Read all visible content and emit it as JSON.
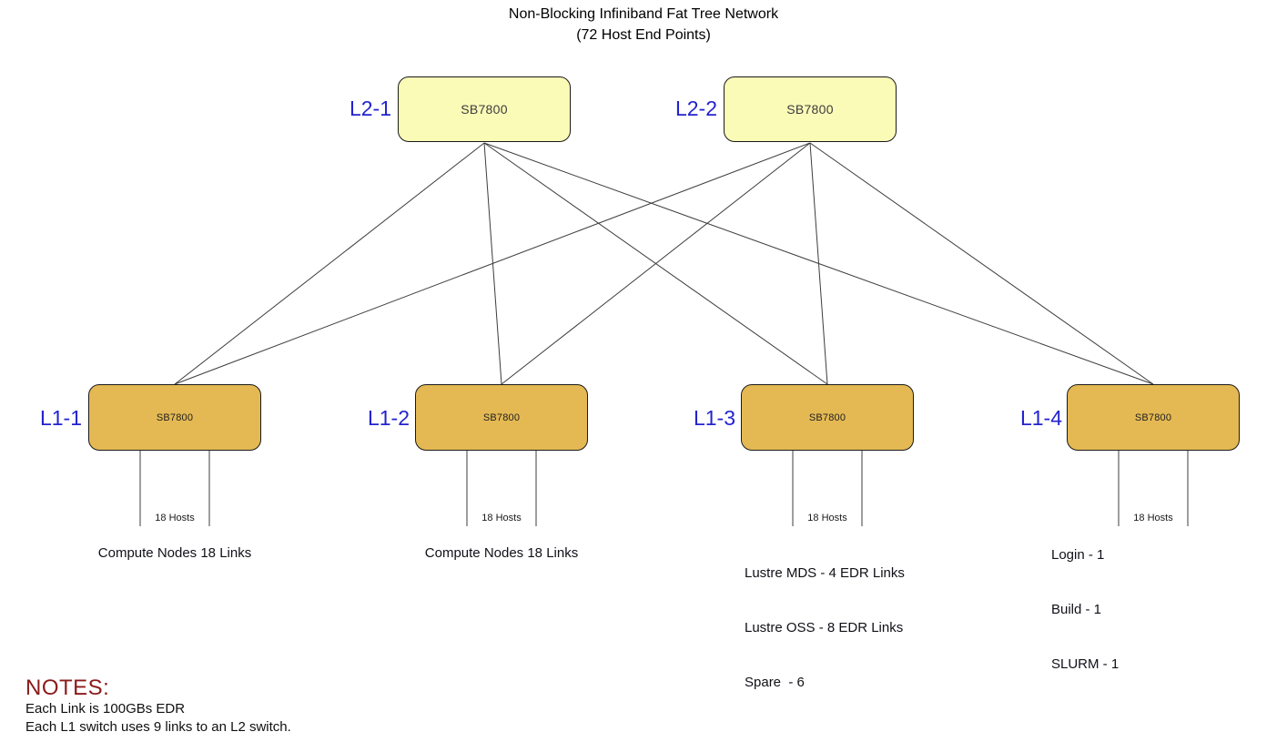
{
  "title": {
    "line1": "Non-Blocking Infiniband Fat Tree Network",
    "line2": "(72 Host End Points)"
  },
  "colors": {
    "l2_fill": "#fbfbb8",
    "l1_fill": "#e4b954",
    "tier_label_blue": "#2323cf",
    "notes_heading_red": "#8b1b1b",
    "connector_line": "#3c3c3c"
  },
  "l2_switches": [
    {
      "label": "L2-1",
      "model": "SB7800"
    },
    {
      "label": "L2-2",
      "model": "SB7800"
    }
  ],
  "l1_switches": [
    {
      "label": "L1-1",
      "model": "SB7800",
      "hosts_label": "18 Hosts",
      "notes": [
        "Compute Nodes 18 Links"
      ]
    },
    {
      "label": "L1-2",
      "model": "SB7800",
      "hosts_label": "18 Hosts",
      "notes": [
        "Compute Nodes 18 Links"
      ]
    },
    {
      "label": "L1-3",
      "model": "SB7800",
      "hosts_label": "18 Hosts",
      "notes": [
        "Lustre MDS - 4 EDR Links",
        "Lustre OSS - 8 EDR Links",
        "Spare  - 6"
      ]
    },
    {
      "label": "L1-4",
      "model": "SB7800",
      "hosts_label": "18 Hosts",
      "notes": [
        "Login - 1",
        "Build - 1",
        "SLURM - 1"
      ]
    }
  ],
  "connections": [
    "L2-1 to L1-1",
    "L2-1 to L1-2",
    "L2-1 to L1-3",
    "L2-1 to L1-4",
    "L2-2 to L1-1",
    "L2-2 to L1-2",
    "L2-2 to L1-3",
    "L2-2 to L1-4"
  ],
  "host_links_per_l1": 18,
  "notes": {
    "heading": "NOTES:",
    "lines": [
      "Each Link is 100GBs EDR",
      "Each L1 switch uses 9 links to an L2 switch."
    ]
  }
}
